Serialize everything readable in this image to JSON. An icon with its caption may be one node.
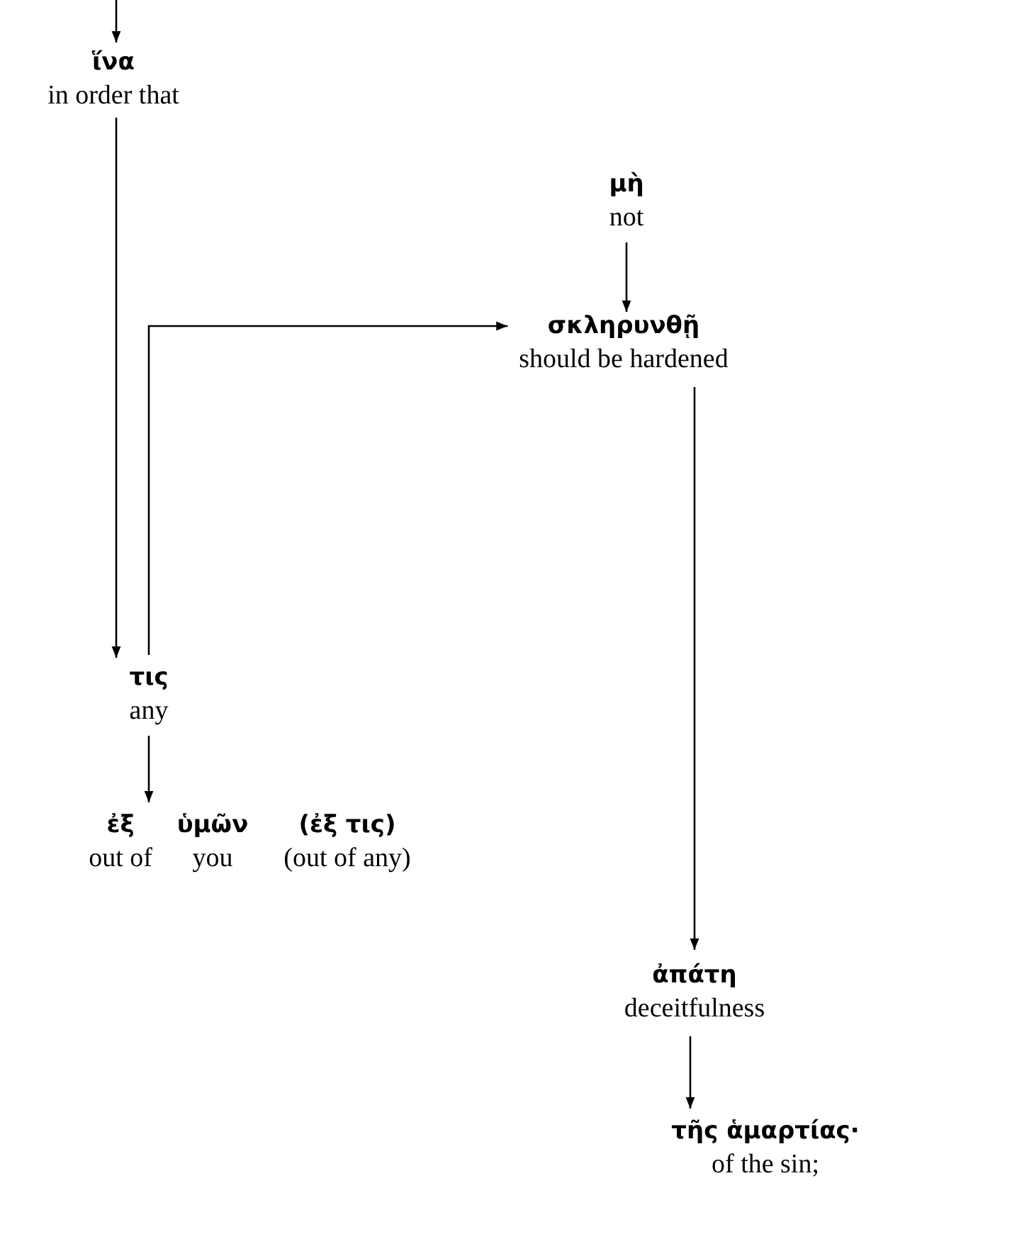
{
  "diagram": {
    "nodes": [
      {
        "text": [
          "ἵνα",
          "in order that"
        ]
      },
      {
        "text": [
          "μὴ",
          "not"
        ]
      },
      {
        "text": [
          "σκληρυνθῇ",
          "should be hardened"
        ]
      },
      {
        "text": [
          "τις",
          "any"
        ]
      },
      {
        "text": [
          "ἐξ",
          "out of"
        ]
      },
      {
        "text": [
          "ὑμῶν",
          "you"
        ]
      },
      {
        "text": [
          "(ἐξ τις)",
          "(out of any)"
        ]
      },
      {
        "text": [
          "ἀπάτη",
          "deceitfulness"
        ]
      },
      {
        "text": [
          "τῆς ἁμαρτίας·",
          "of the sin;"
        ]
      }
    ],
    "edges": [
      {
        "from": null,
        "to": 0,
        "arrow": "to"
      },
      {
        "from": 0,
        "to": 3,
        "arrow": "to"
      },
      {
        "from": 3,
        "to": 2,
        "arrow": "to"
      },
      {
        "from": 1,
        "to": 2,
        "arrow": "to"
      },
      {
        "from": 2,
        "to": 7,
        "arrow": "to"
      },
      {
        "from": 3,
        "to": 4,
        "arrow": "to"
      },
      {
        "from": 7,
        "to": 8,
        "arrow": "to"
      }
    ]
  }
}
